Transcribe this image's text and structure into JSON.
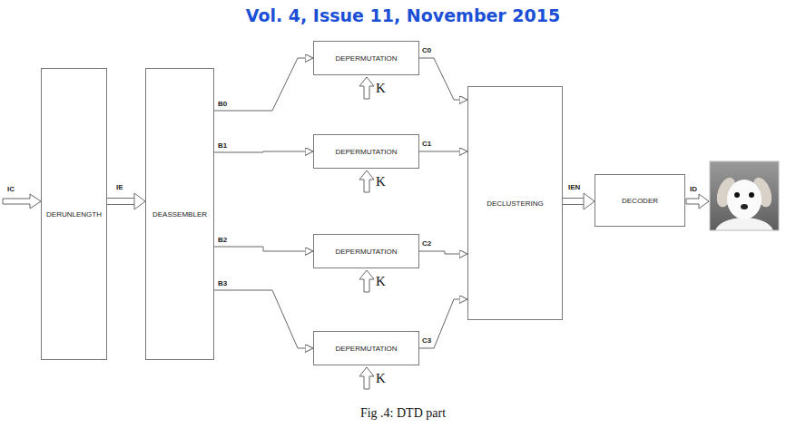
{
  "diagram": {
    "title": "Vol. 4, Issue 11, November 2015",
    "caption": "Fig .4: DTD part",
    "nodes": [
      {
        "text": [
          "DERUNLENGTH"
        ]
      },
      {
        "text": [
          "DEASSEMBLER"
        ]
      },
      {
        "text": [
          "DEPERMUTATION"
        ]
      },
      {
        "text": [
          "DEPERMUTATION"
        ]
      },
      {
        "text": [
          "DEPERMUTATION"
        ]
      },
      {
        "text": [
          "DEPERMUTATION"
        ]
      },
      {
        "text": [
          "DECLUSTERING"
        ]
      },
      {
        "text": [
          "DECODER"
        ]
      }
    ],
    "edges": [
      {
        "from": 0,
        "to": 1,
        "arrow": "to",
        "label": "IE"
      },
      {
        "from": 1,
        "to": 2,
        "arrow": "to",
        "label": "B0"
      },
      {
        "from": 1,
        "to": 3,
        "arrow": "to",
        "label": "B1"
      },
      {
        "from": 1,
        "to": 4,
        "arrow": "to",
        "label": "B2"
      },
      {
        "from": 1,
        "to": 5,
        "arrow": "to",
        "label": "B3"
      },
      {
        "from": 2,
        "to": 6,
        "arrow": "to",
        "label": "C0"
      },
      {
        "from": 3,
        "to": 6,
        "arrow": "to",
        "label": "C1"
      },
      {
        "from": 4,
        "to": 6,
        "arrow": "to",
        "label": "C2"
      },
      {
        "from": 5,
        "to": 6,
        "arrow": "to",
        "label": "C3"
      },
      {
        "from": 6,
        "to": 7,
        "arrow": "to",
        "label": "IEN"
      }
    ],
    "labels": [
      "IC",
      "K",
      "K",
      "K",
      "K",
      "ID"
    ]
  }
}
